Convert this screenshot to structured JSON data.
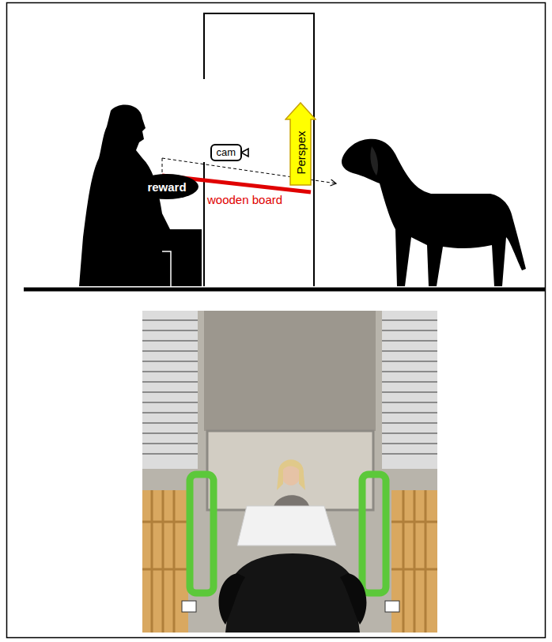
{
  "diagram": {
    "nodes": [
      {
        "text": [
          "cam"
        ]
      },
      {
        "text": [
          "reward"
        ]
      },
      {
        "text": [
          "Perspex"
        ]
      }
    ],
    "labels": [
      "wooden board"
    ]
  }
}
